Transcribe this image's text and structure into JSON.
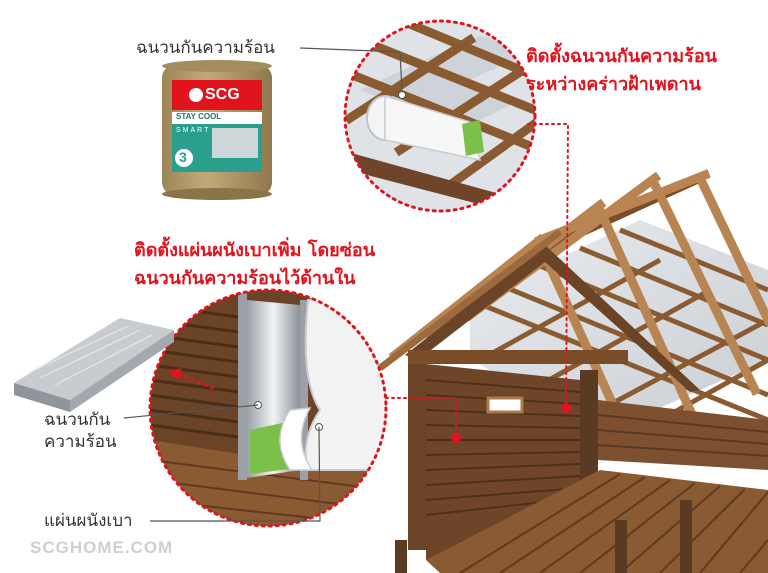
{
  "labels": {
    "insulation_top": "ฉนวนกันความร้อน",
    "insulation_left_line1": "ฉนวนกัน",
    "insulation_left_line2": "ความร้อน",
    "drywall": "แผ่นผนังเบา"
  },
  "callouts": {
    "ceiling_line1": "ติดตั้งฉนวนกันความร้อน",
    "ceiling_line2": "ระหว่างคร่าวฝ้าเพดาน",
    "wall_line1": "ติดตั้งแผ่นผนังเบาเพิ่ม โดยซ่อน",
    "wall_line2": "ฉนวนกันความร้อนไว้ด้านใน"
  },
  "product": {
    "brand": "SCG",
    "name_line1": "STAY COOL",
    "name_line2": "SMART",
    "number": "3"
  },
  "watermark": "SCGHOME.COM",
  "colors": {
    "accent_red": "#e1141d",
    "wood_dark": "#5a3a22",
    "wood_light": "#a8794c",
    "bag_tan": "#b39a6a",
    "teal": "#2a9f8e",
    "green_fiber": "#7cc04a"
  }
}
